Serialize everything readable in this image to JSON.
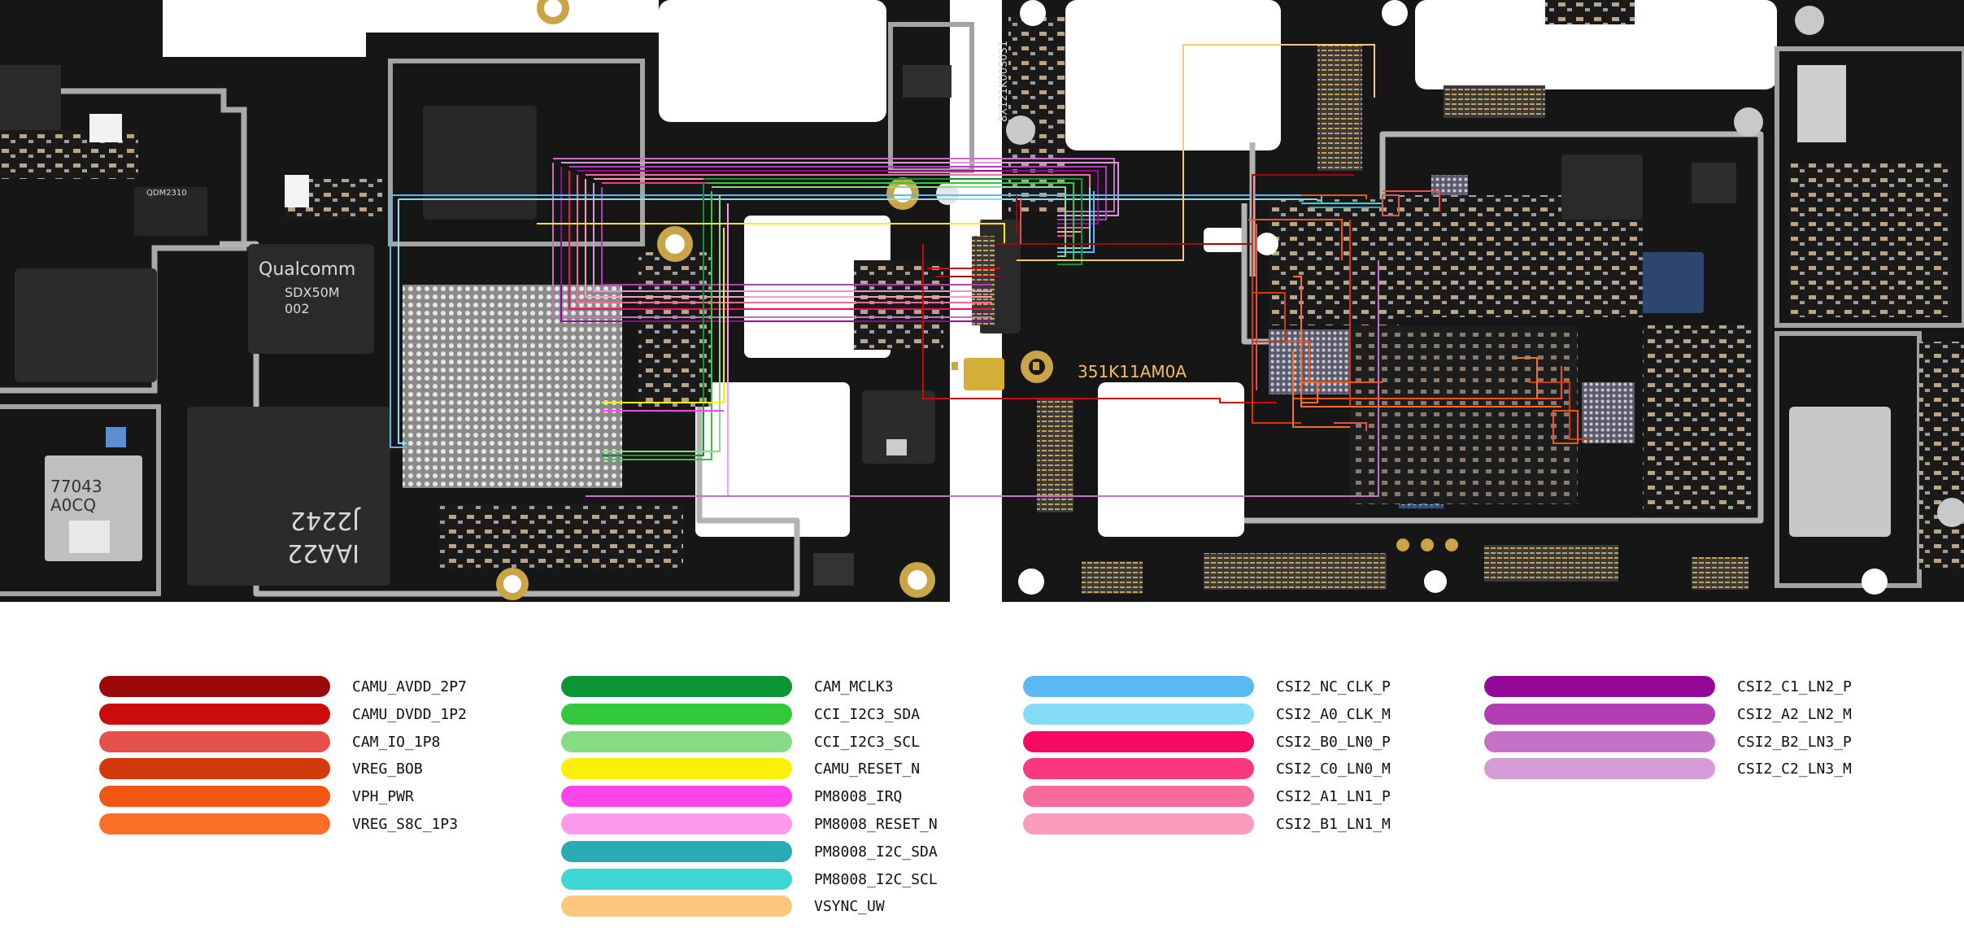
{
  "board": {
    "silkscreen_label": "351K11AM0A",
    "chip_labels": {
      "qualcomm_left": "Qualcomm",
      "sdx_model": "SDX50M",
      "sdx_sub": "002",
      "memory_model": "J2242",
      "memory_sub": "IAA22",
      "rf_chip": "77043",
      "rf_chip_sub": "A0CQ",
      "pmic": "QDM2310",
      "board_code": "8X121K00S031"
    }
  },
  "legend": {
    "columns": [
      {
        "items": [
          {
            "label": "CAMU_AVDD_2P7",
            "color": "#9b0a0a"
          },
          {
            "label": "CAMU_DVDD_1P2",
            "color": "#cc0c0c"
          },
          {
            "label": "CAM_IO_1P8",
            "color": "#e5504a"
          },
          {
            "label": "VREG_BOB",
            "color": "#d23a0c"
          },
          {
            "label": "VPH_PWR",
            "color": "#f25612"
          },
          {
            "label": "VREG_S8C_1P3",
            "color": "#fb6f27"
          }
        ]
      },
      {
        "items": [
          {
            "label": "CAM_MCLK3",
            "color": "#0b9635"
          },
          {
            "label": "CCI_I2C3_SDA",
            "color": "#33c93c"
          },
          {
            "label": "CCI_I2C3_SCL",
            "color": "#86dc86"
          },
          {
            "label": "CAMU_RESET_N",
            "color": "#fdf006"
          },
          {
            "label": "PM8008_IRQ",
            "color": "#fc44ea"
          },
          {
            "label": "PM8008_RESET_N",
            "color": "#fc9aef"
          },
          {
            "label": "PM8008_I2C_SDA",
            "color": "#2aaab2"
          },
          {
            "label": "PM8008_I2C_SCL",
            "color": "#3fd7d4"
          },
          {
            "label": "VSYNC_UW",
            "color": "#fcc77c"
          }
        ]
      },
      {
        "items": [
          {
            "label": "CSI2_NC_CLK_P",
            "color": "#5ab8f2"
          },
          {
            "label": "CSI2_A0_CLK_M",
            "color": "#86dcf6"
          },
          {
            "label": "CSI2_B0_LN0_P",
            "color": "#f80a62"
          },
          {
            "label": "CSI2_C0_LN0_M",
            "color": "#f9387d"
          },
          {
            "label": "CSI2_A1_LN1_P",
            "color": "#f76a9c"
          },
          {
            "label": "CSI2_B1_LN1_M",
            "color": "#fb9bbd"
          }
        ]
      },
      {
        "items": [
          {
            "label": "CSI2_C1_LN2_P",
            "color": "#930896"
          },
          {
            "label": "CSI2_A2_LN2_M",
            "color": "#b23eb4"
          },
          {
            "label": "CSI2_B2_LN3_P",
            "color": "#c472c6"
          },
          {
            "label": "CSI2_C2_LN3_M",
            "color": "#d69ad6"
          }
        ]
      }
    ]
  }
}
